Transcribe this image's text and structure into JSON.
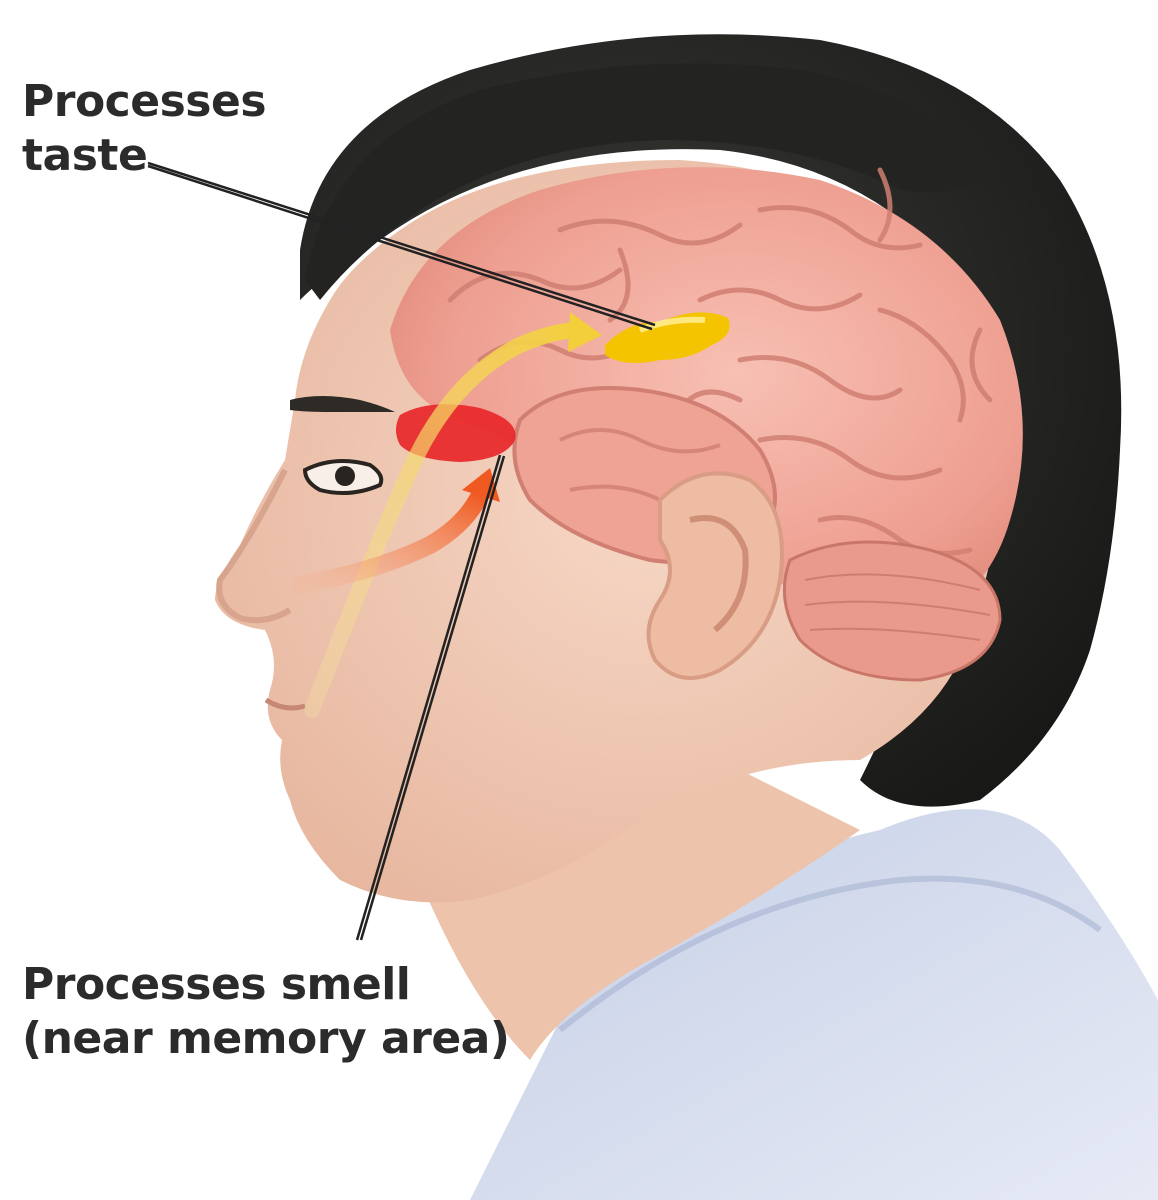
{
  "labels": {
    "taste": {
      "line1": "Processes",
      "line2": "taste"
    },
    "smell": {
      "line1": "Processes smell",
      "line2": "(near memory area)"
    }
  },
  "colors": {
    "taste_region": "#f5c400",
    "smell_region": "#e8272a",
    "taste_pathway": "#f2d15a",
    "smell_pathway": "#f06a2e",
    "brain": "#f0a79a",
    "hair": "#1c1d1b",
    "skin": "#f3cdb7",
    "shirt": "#d3dbee",
    "leader_line": "#222222"
  }
}
